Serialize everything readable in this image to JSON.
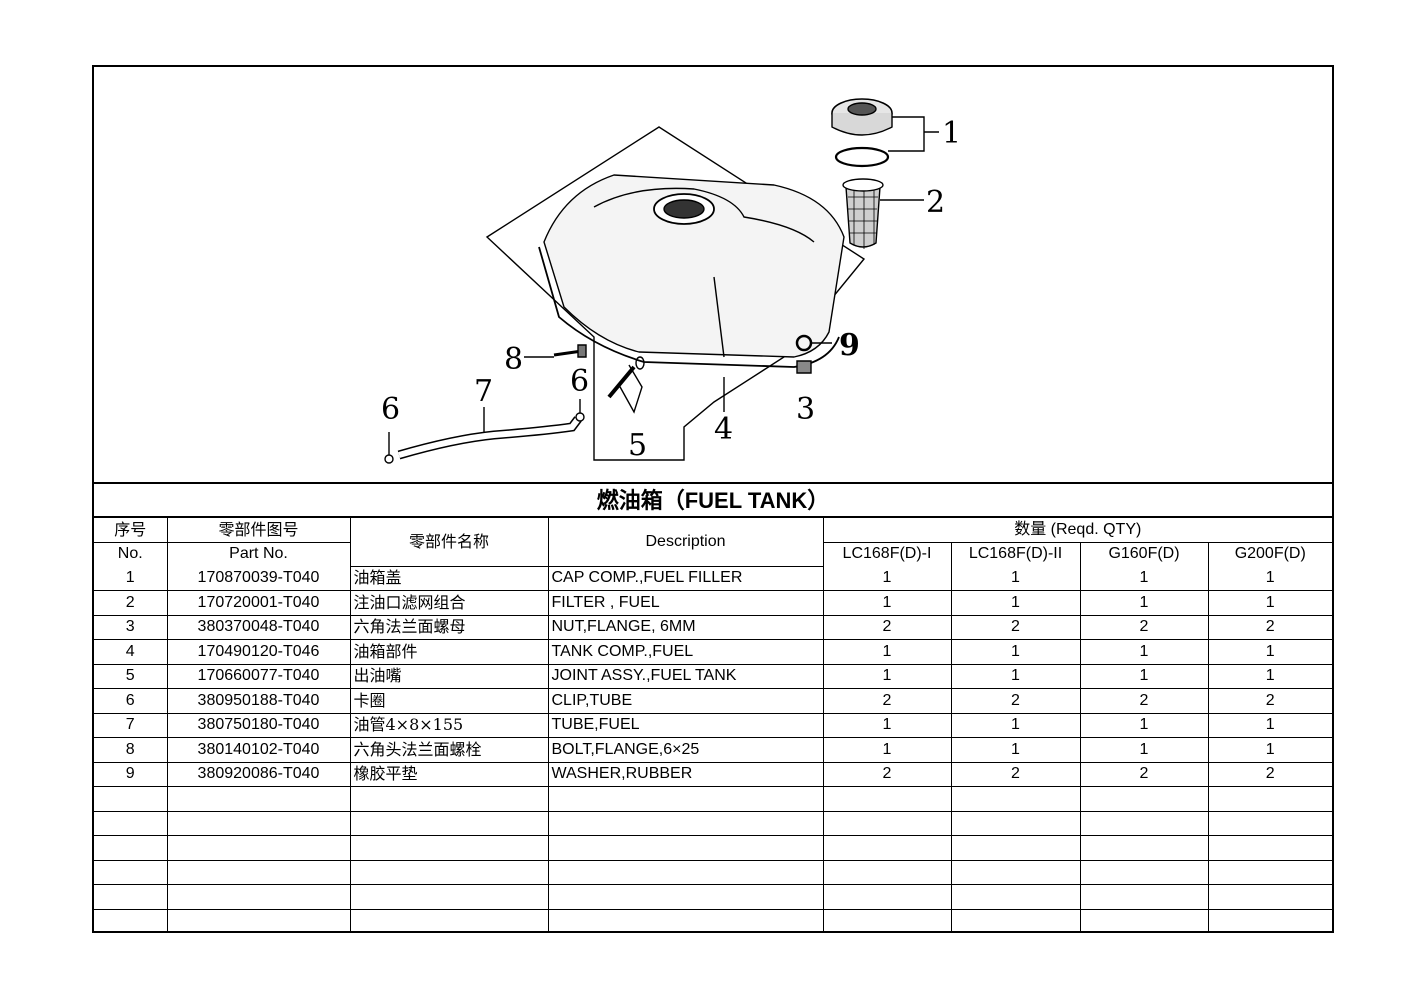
{
  "section_title": "燃油箱（FUEL TANK）",
  "header": {
    "no_cn": "序号",
    "no_en": "No.",
    "partno_cn": "零部件图号",
    "partno_en": "Part No.",
    "name_cn": "零部件名称",
    "description": "Description",
    "qty": "数量 (Reqd. QTY)",
    "models": [
      "LC168F(D)-I",
      "LC168F(D)-II",
      "G160F(D)",
      "G200F(D)"
    ]
  },
  "callouts": [
    "1",
    "2",
    "3",
    "4",
    "5",
    "6",
    "7",
    "8",
    "9",
    "6"
  ],
  "rows": [
    {
      "no": "1",
      "part": "170870039-T040",
      "name": "油箱盖",
      "desc": "CAP COMP.,FUEL FILLER",
      "q1": "1",
      "q2": "1",
      "q3": "1",
      "q4": "1"
    },
    {
      "no": "2",
      "part": "170720001-T040",
      "name": "注油口滤网组合",
      "desc": "FILTER , FUEL",
      "q1": "1",
      "q2": "1",
      "q3": "1",
      "q4": "1"
    },
    {
      "no": "3",
      "part": "380370048-T040",
      "name": "六角法兰面螺母",
      "desc": "NUT,FLANGE, 6MM",
      "q1": "2",
      "q2": "2",
      "q3": "2",
      "q4": "2"
    },
    {
      "no": "4",
      "part": "170490120-T046",
      "name": "油箱部件",
      "desc": "TANK COMP.,FUEL",
      "q1": "1",
      "q2": "1",
      "q3": "1",
      "q4": "1"
    },
    {
      "no": "5",
      "part": "170660077-T040",
      "name": "出油嘴",
      "desc": "JOINT ASSY.,FUEL TANK",
      "q1": "1",
      "q2": "1",
      "q3": "1",
      "q4": "1"
    },
    {
      "no": "6",
      "part": "380950188-T040",
      "name": "卡圈",
      "desc": "CLIP,TUBE",
      "q1": "2",
      "q2": "2",
      "q3": "2",
      "q4": "2"
    },
    {
      "no": "7",
      "part": "380750180-T040",
      "name": "油管4×8×155",
      "desc": "TUBE,FUEL",
      "q1": "1",
      "q2": "1",
      "q3": "1",
      "q4": "1"
    },
    {
      "no": "8",
      "part": "380140102-T040",
      "name": "六角头法兰面螺栓",
      "desc": "BOLT,FLANGE,6×25",
      "q1": "1",
      "q2": "1",
      "q3": "1",
      "q4": "1"
    },
    {
      "no": "9",
      "part": "380920086-T040",
      "name": "橡胶平垫",
      "desc": "WASHER,RUBBER",
      "q1": "2",
      "q2": "2",
      "q3": "2",
      "q4": "2"
    }
  ]
}
